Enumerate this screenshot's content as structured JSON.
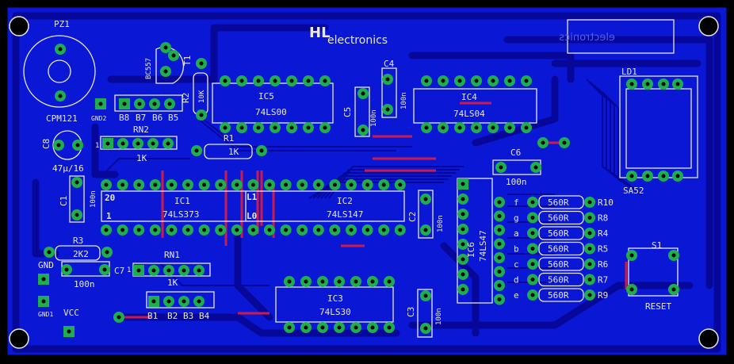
{
  "colors": {
    "board": "#0a18d6",
    "trace_bottom": "#0a0a9a",
    "trace_top": "#cc1b4a",
    "pad": "#1fae4e",
    "silk": "#e8e8e8",
    "background": "#000000"
  },
  "brand": {
    "logo_text": "electronics",
    "logo_mark": "HL"
  },
  "components": {
    "pz1": "PZ1",
    "bc557": "BC557",
    "t1": "T1",
    "r2": "R2",
    "r2_value": "10K",
    "cpm": "CPM121",
    "gnd2": "GND2",
    "b8": "B8",
    "b7": "B7",
    "b6": "B6",
    "b5": "B5",
    "rn2": "RN2",
    "rn2_value": "1K",
    "rn2_pin1": "1",
    "c8": "C8",
    "c8_value": "47µ/16",
    "r1": "R1",
    "r1_value": "1K",
    "ic5": "IC5",
    "ic5_type": "74LS00",
    "c5": "C5",
    "c5_value": "100n",
    "c4": "C4",
    "c4_value": "100n",
    "ic4": "IC4",
    "ic4_type": "74LS04",
    "ld1": "LD1",
    "sa52": "SA52",
    "c6": "C6",
    "c6_value": "100n",
    "c1": "C1",
    "c1_value": "100n",
    "ic1": "IC1",
    "ic1_type": "74LS373",
    "ic1_pin20": "20",
    "ic1_pin1": "1",
    "ic2": "IC2",
    "ic2_type": "74LS147",
    "ic2_l1": "L1",
    "ic2_l0": "L0",
    "c2": "C2",
    "c2_value": "100n",
    "ic6": "IC6",
    "ic6_type": "74LS47",
    "r3": "R3",
    "r3_value": "2K2",
    "c7": "C7",
    "c7_value": "100n",
    "gnd": "GND",
    "gnd1": "GND1",
    "vcc": "VCC",
    "rn1": "RN1",
    "rn1_value": "1K",
    "rn1_pin1": "1",
    "b1": "B1",
    "b2": "B2",
    "b3": "B3",
    "b4": "B4",
    "ic3": "IC3",
    "ic3_type": "74LS30",
    "c3": "C3",
    "c3_value": "100n",
    "s1": "S1",
    "reset": "RESET"
  },
  "segments": [
    {
      "seg": "f",
      "value": "560R",
      "ref": "R10"
    },
    {
      "seg": "g",
      "value": "560R",
      "ref": "R8"
    },
    {
      "seg": "a",
      "value": "560R",
      "ref": "R4"
    },
    {
      "seg": "b",
      "value": "560R",
      "ref": "R5"
    },
    {
      "seg": "c",
      "value": "560R",
      "ref": "R6"
    },
    {
      "seg": "d",
      "value": "560R",
      "ref": "R7"
    },
    {
      "seg": "e",
      "value": "560R",
      "ref": "R9"
    }
  ]
}
